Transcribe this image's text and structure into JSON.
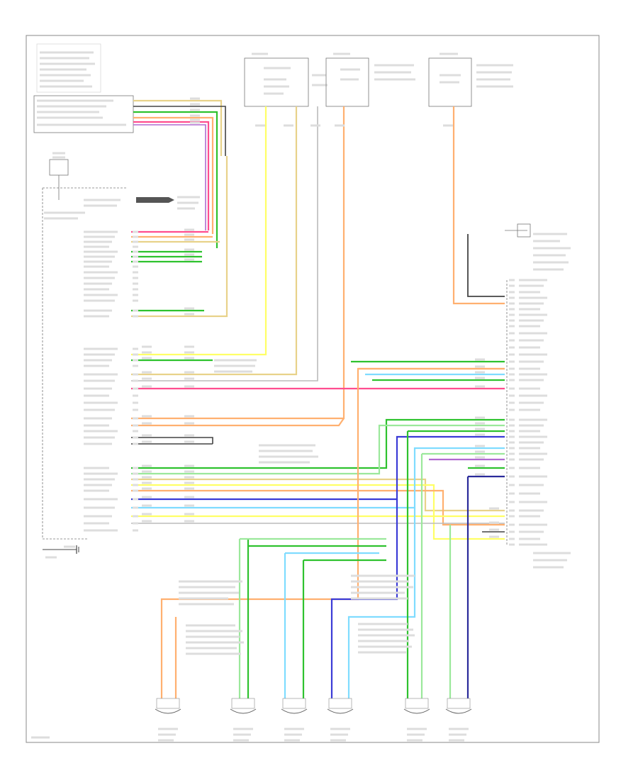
{
  "colors": {
    "green": "#2ec22e",
    "light_green": "#9be89b",
    "yellow": "#ffff66",
    "tan": "#e8d28a",
    "orange": "#ffb070",
    "pink": "#ff4d8f",
    "purple": "#b06ad0",
    "light_blue": "#7fdcff",
    "blue": "#3b3bd6",
    "dark_blue": "#2a2a9a",
    "gray": "#bbbbbb",
    "black": "#444444",
    "frame": "#888888"
  },
  "labels": {
    "footer": "",
    "ground": "",
    "ground_sym": "",
    "stereo_block": "",
    "overhead_fuse": "",
    "radio_module_label": "",
    "amp_label": "",
    "splice_left": "",
    "splice_right": "",
    "speakers": [
      {
        "id": "rf-tweeter",
        "label": ""
      },
      {
        "id": "rf-door",
        "label": ""
      },
      {
        "id": "rr-speaker",
        "label": ""
      },
      {
        "id": "lf-door",
        "label": ""
      },
      {
        "id": "lf-tweeter",
        "label": ""
      },
      {
        "id": "lr-speaker",
        "label": ""
      }
    ]
  },
  "icons": {
    "ground": "ground-icon",
    "connector": "connector-icon",
    "speaker": "speaker-icon",
    "fuse": "fuse-icon"
  }
}
